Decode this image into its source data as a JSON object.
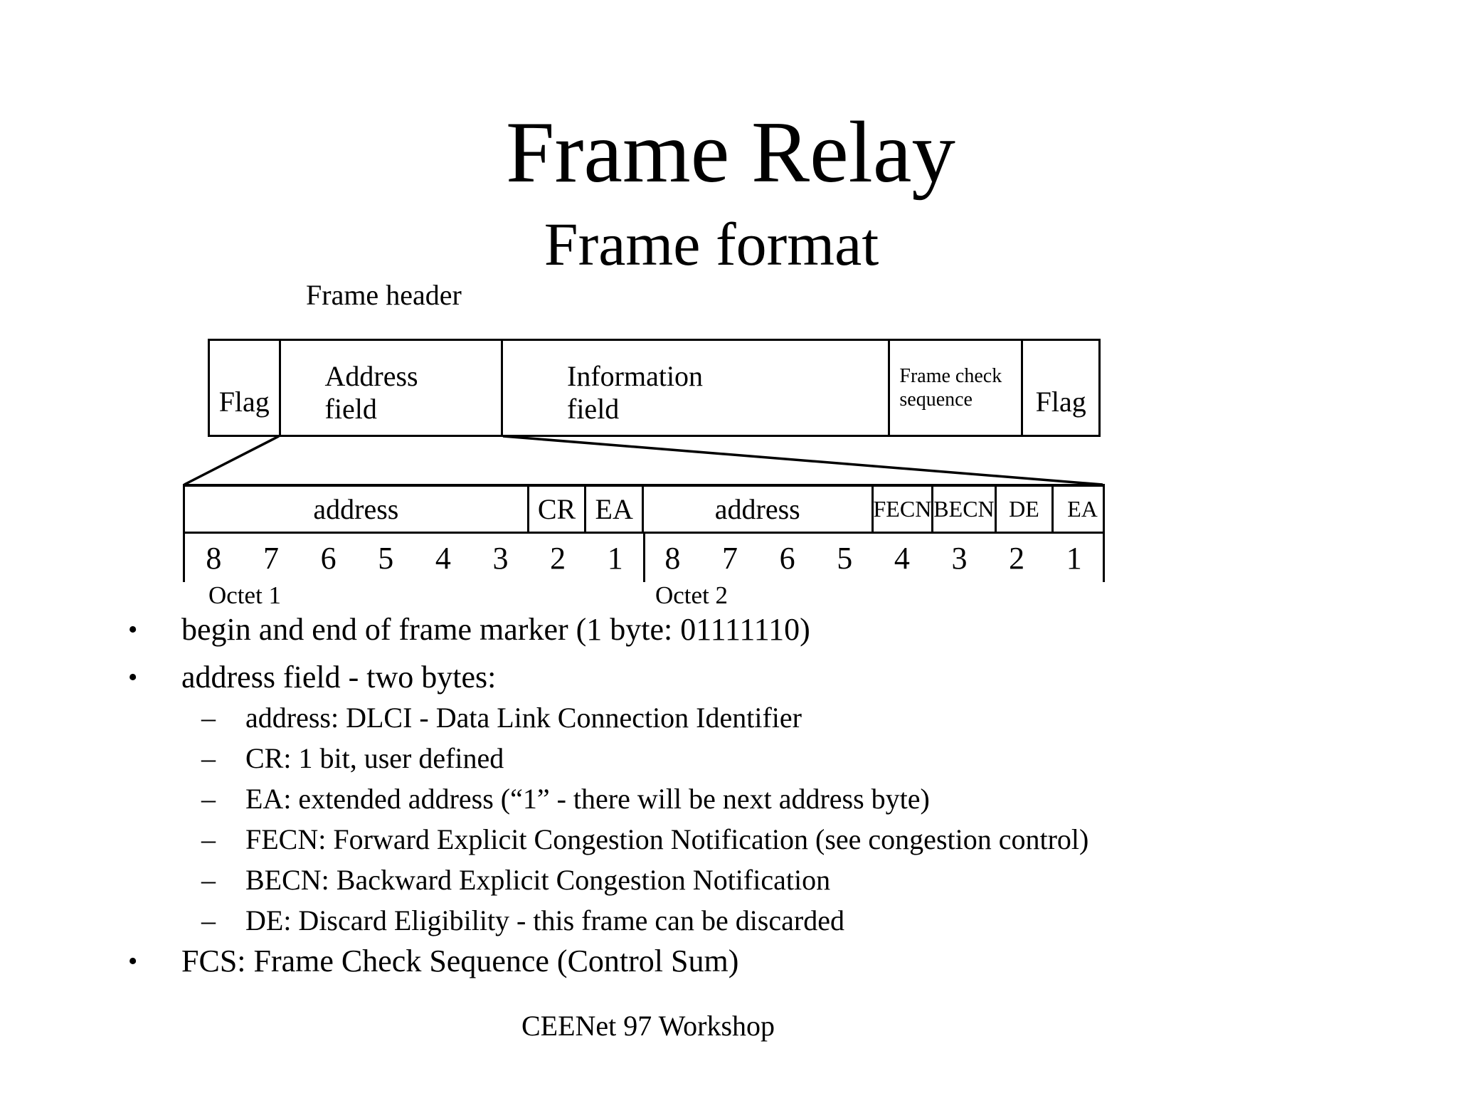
{
  "slide": {
    "title": "Frame Relay",
    "subtitle": "Frame format",
    "footer": "CEENet 97 Workshop"
  },
  "diagram": {
    "header_label": "Frame header",
    "frame_fields": [
      {
        "lines": [
          "Flag"
        ]
      },
      {
        "lines": [
          "Address",
          "field"
        ]
      },
      {
        "lines": [
          "Information",
          "field"
        ]
      },
      {
        "lines": [
          "Frame check",
          "sequence"
        ]
      },
      {
        "lines": [
          "Flag"
        ]
      }
    ],
    "address_detail": {
      "cells": [
        {
          "label": "address",
          "bits": 6
        },
        {
          "label": "CR",
          "bits": 1
        },
        {
          "label": "EA",
          "bits": 1
        },
        {
          "label": "address",
          "bits": 4
        },
        {
          "label": "FECN",
          "bits": 1
        },
        {
          "label": "BECN",
          "bits": 1
        },
        {
          "label": "DE",
          "bits": 1
        },
        {
          "label": "EA",
          "bits": 1
        }
      ],
      "bit_numbers": [
        "8",
        "7",
        "6",
        "5",
        "4",
        "3",
        "2",
        "1",
        "8",
        "7",
        "6",
        "5",
        "4",
        "3",
        "2",
        "1"
      ],
      "octet_labels": [
        "Octet 1",
        "Octet 2"
      ]
    }
  },
  "bullets": [
    {
      "level": 1,
      "marker": "•",
      "text": "begin and end of frame marker (1 byte: 01111110)"
    },
    {
      "level": 1,
      "marker": "•",
      "text": "address field - two bytes:"
    },
    {
      "level": 2,
      "marker": "–",
      "text": "address: DLCI - Data Link Connection Identifier"
    },
    {
      "level": 2,
      "marker": "–",
      "text": "CR: 1 bit, user defined"
    },
    {
      "level": 2,
      "marker": "–",
      "text": "EA: extended address (“1” - there will be next address byte)"
    },
    {
      "level": 2,
      "marker": "–",
      "text": "FECN: Forward Explicit Congestion Notification (see congestion control)"
    },
    {
      "level": 2,
      "marker": "–",
      "text": "BECN: Backward Explicit Congestion Notification"
    },
    {
      "level": 2,
      "marker": "–",
      "text": "DE: Discard Eligibility - this frame can be discarded"
    },
    {
      "level": 1,
      "marker": "•",
      "text": "FCS: Frame Check Sequence (Control Sum)"
    }
  ],
  "colors": {
    "background": "#ffffff",
    "ink": "#000000"
  }
}
